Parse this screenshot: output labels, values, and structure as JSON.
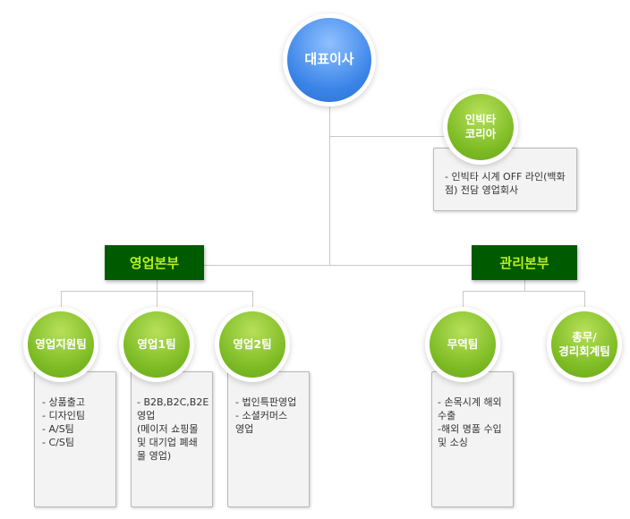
{
  "ceo": "대표이사",
  "affiliate": {
    "name": "인빅타\n코리아",
    "desc": "- 인빅타 시계 OFF 라인(백화\n  점) 전담 영업회사"
  },
  "divisions": [
    {
      "name": "영업본부",
      "teams": [
        {
          "name": "영업지원팀",
          "desc": "- 상품출고\n- 디자인팀\n- A/S팀\n- C/S팀"
        },
        {
          "name": "영업1팀",
          "desc": "- B2B,B2C,B2E\n   영업\n(메이저 쇼핑몰\n 및 대기업 폐쇄\n 몰 영업)"
        },
        {
          "name": "영업2팀",
          "desc": "- 법인특판영업\n- 소셜커머스\n  영업"
        }
      ]
    },
    {
      "name": "관리본부",
      "teams": [
        {
          "name": "무역팀",
          "desc": "- 손목시계 해외\n  수출\n-해외 명품 수입\n 및 소싱"
        },
        {
          "name": "총무/\n경리회계팀"
        }
      ]
    }
  ]
}
